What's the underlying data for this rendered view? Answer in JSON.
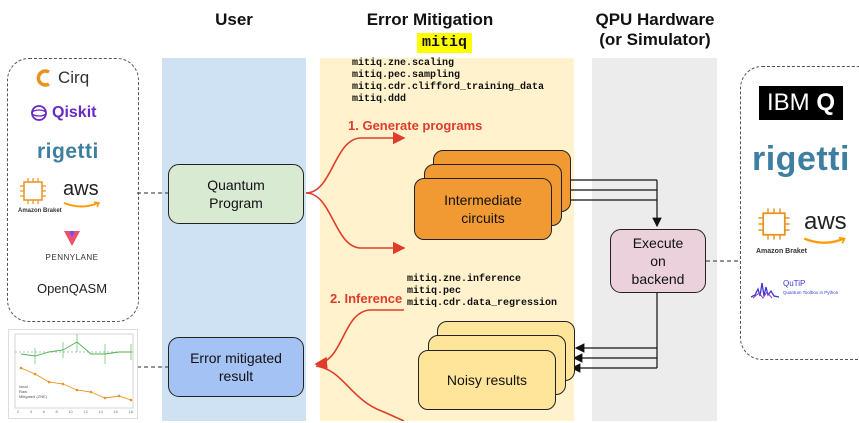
{
  "columns": {
    "user": "User",
    "mitigation": "Error Mitigation",
    "mitiq_logo": "mitiq",
    "hardware_line1": "QPU Hardware",
    "hardware_line2": "(or Simulator)"
  },
  "generate_modules": [
    "mitiq.zne.scaling",
    "mitiq.pec.sampling",
    "mitiq.cdr.clifford_training_data",
    "mitiq.ddd"
  ],
  "inference_modules": [
    "mitiq.zne.inference",
    "mitiq.pec",
    "mitiq.cdr.data_regression"
  ],
  "steps": {
    "generate": "1. Generate programs",
    "inference": "2. Inference"
  },
  "boxes": {
    "quantum_program_l1": "Quantum",
    "quantum_program_l2": "Program",
    "intermediate_l1": "Intermediate",
    "intermediate_l2": "circuits",
    "execute_l1": "Execute",
    "execute_l2": "on",
    "execute_l3": "backend",
    "result_l1": "Error mitigated",
    "result_l2": "result",
    "noisy": "Noisy results"
  },
  "frameworks": {
    "cirq": "Cirq",
    "qiskit": "Qiskit",
    "rigetti": "rigetti",
    "aws": "aws",
    "amazon_braket": "Amazon Braket",
    "pennylane": "PENNYLANE",
    "openqasm": "OpenQASM"
  },
  "backends": {
    "ibm": "IBM",
    "ibm_q": "Q",
    "rigetti": "rigetti",
    "aws": "aws",
    "amazon_braket": "Amazon Braket",
    "qutip": "QuTiP",
    "qutip_sub": "Quantum Toolbox in Python"
  },
  "plot": {
    "legend": [
      "Ideal",
      "Raw",
      "Mitigated (ZNE)"
    ],
    "x_ticks": [
      "2",
      "4",
      "6",
      "8",
      "10",
      "12",
      "14",
      "16",
      "18"
    ]
  },
  "colors": {
    "user_column": "#cfe2f3",
    "mitigation_column": "#fff2cc",
    "hardware_column": "#ececec",
    "quantum_program": "#d9ead3",
    "intermediate": "#f19a33",
    "execute": "#ead1dc",
    "result": "#a4c2f4",
    "noisy": "#ffe599",
    "arrow_red": "#e03c2c",
    "mitiq_highlight": "#ffff00"
  }
}
